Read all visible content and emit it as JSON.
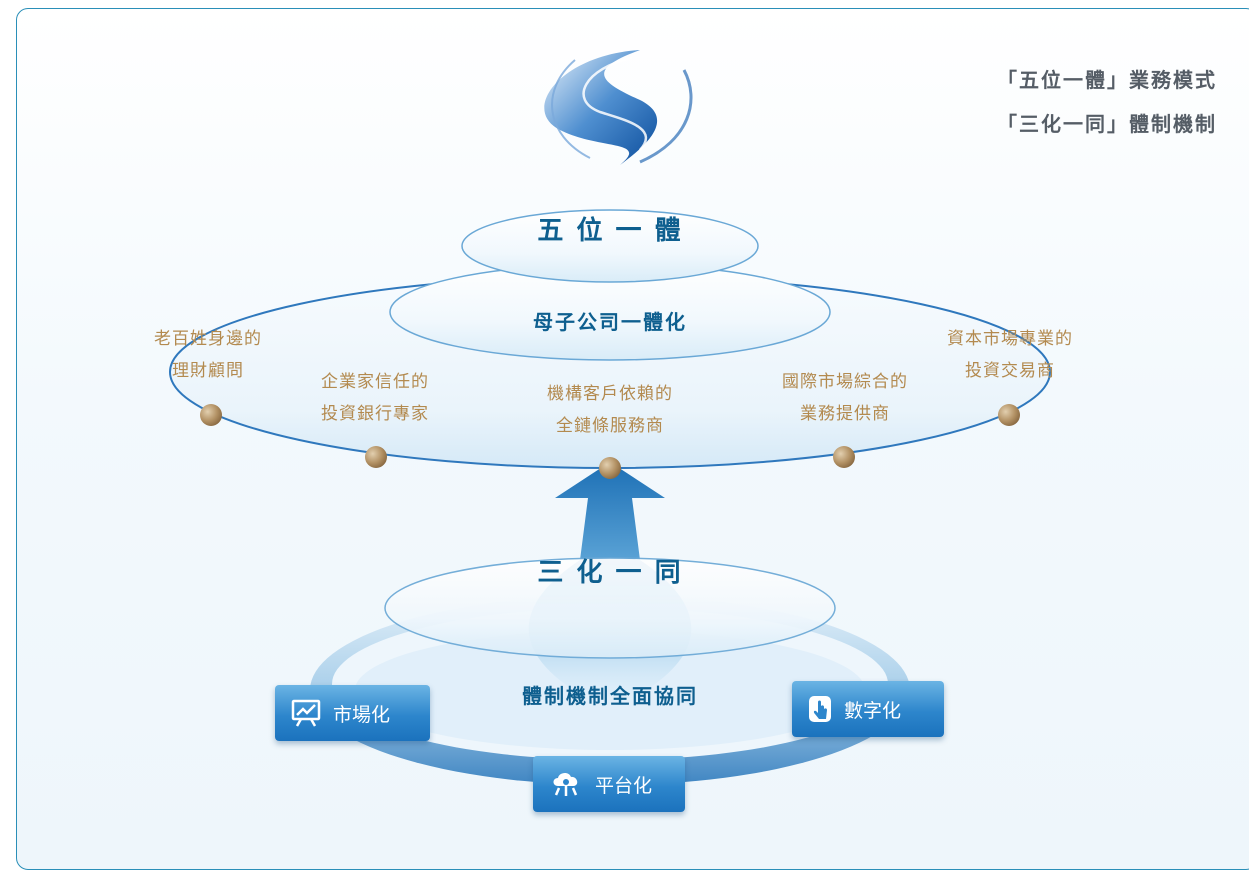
{
  "heading": {
    "line1": "「五位一體」業務模式",
    "line2": "「三化一同」體制機制"
  },
  "top": {
    "title": "五 位 一 體",
    "subtitle": "母子公司一體化"
  },
  "tiers": [
    {
      "line1": "老百姓身邊的",
      "line2": "理財顧問"
    },
    {
      "line1": "企業家信任的",
      "line2": "投資銀行專家"
    },
    {
      "line1": "機構客戶依賴的",
      "line2": "全鏈條服務商"
    },
    {
      "line1": "國際市場綜合的",
      "line2": "業務提供商"
    },
    {
      "line1": "資本市場專業的",
      "line2": "投資交易商"
    }
  ],
  "bottom": {
    "title": "三 化 一 同",
    "subtitle": "體制機制全面協同"
  },
  "buttons": {
    "market": "市場化",
    "digital": "數字化",
    "platform": "平台化"
  },
  "icons": [
    "logo-swoosh-icon",
    "chart-board-icon",
    "touch-hand-icon",
    "cloud-network-icon"
  ],
  "colors": {
    "border": "#2a8fb8",
    "title_blue": "#0e5f8f",
    "tier_gold": "#b38a4f",
    "button_blue": "#2d86cc",
    "dot": "#b39265"
  }
}
